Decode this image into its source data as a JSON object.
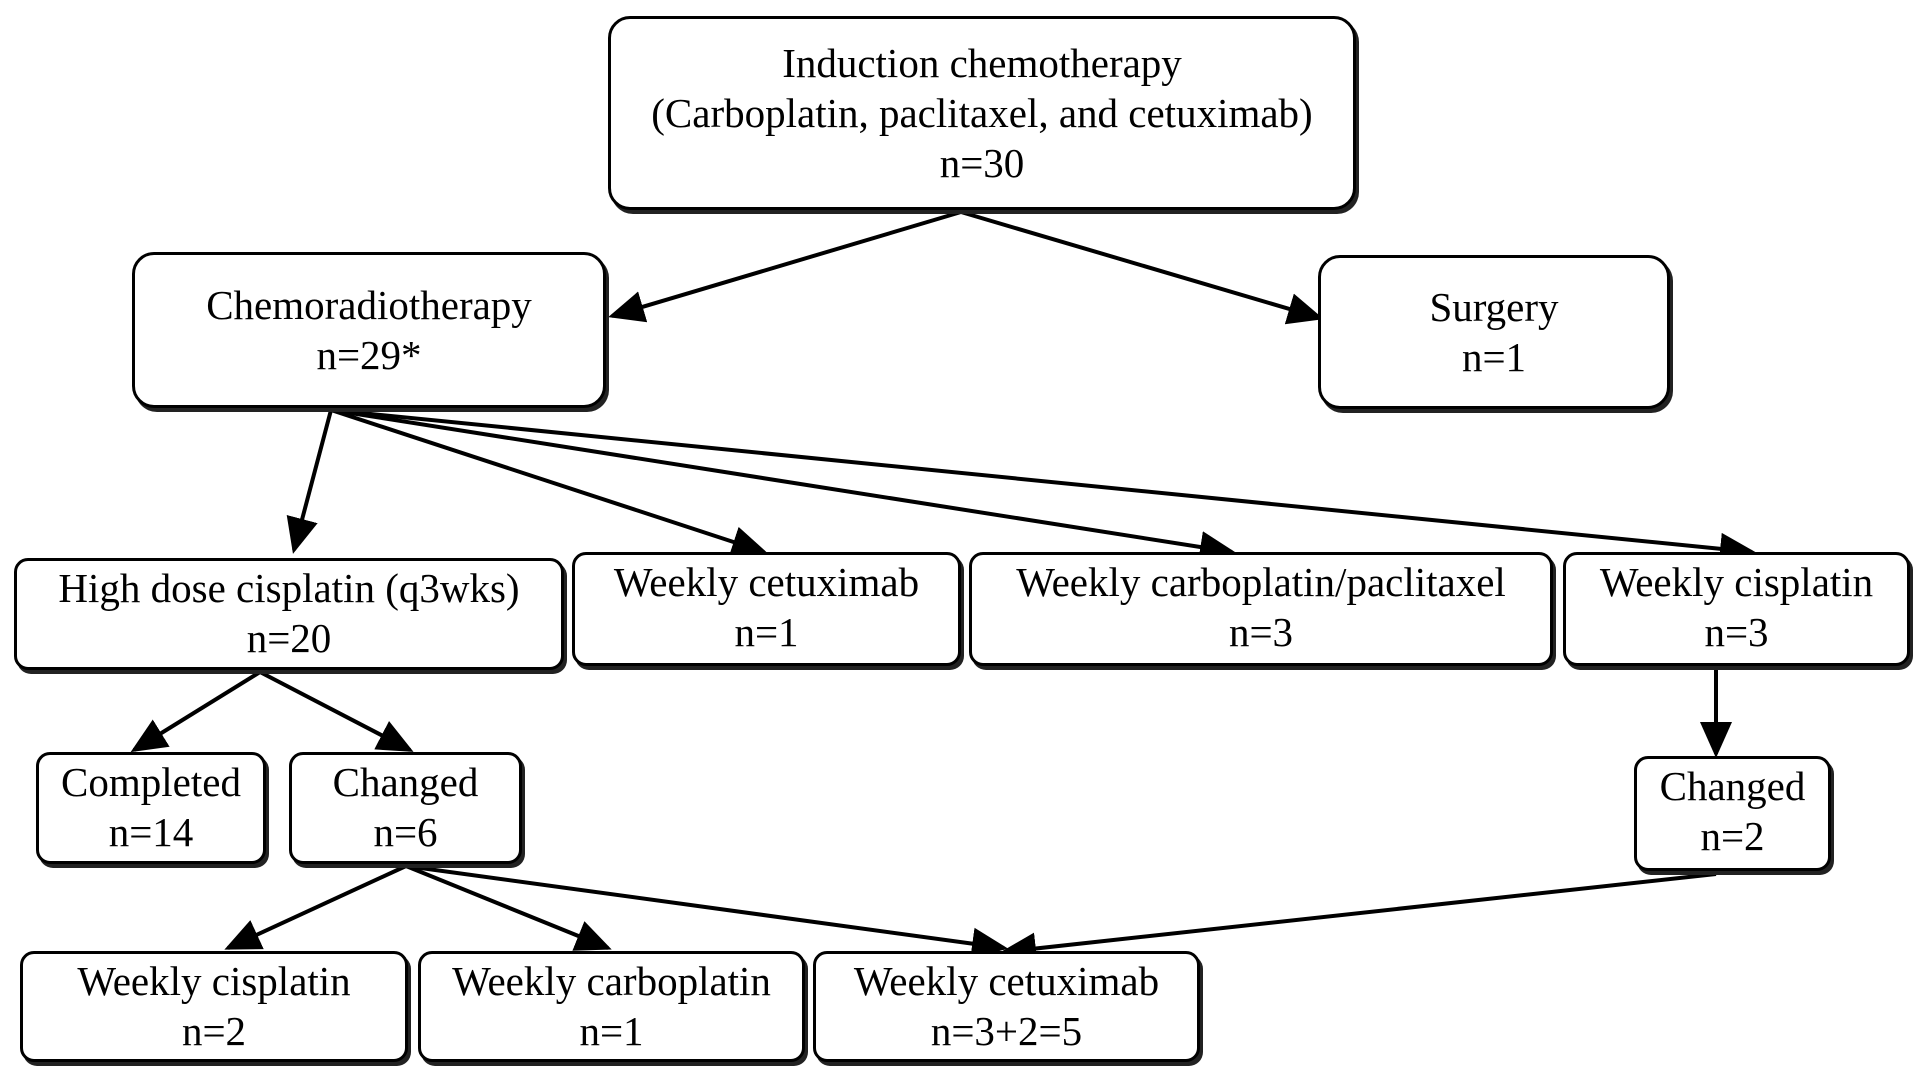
{
  "nodes": {
    "induction": {
      "line1": "Induction chemotherapy",
      "line2": "(Carboplatin, paclitaxel, and cetuximab)",
      "line3": "n=30"
    },
    "chemoradiotherapy": {
      "line1": "Chemoradiotherapy",
      "line2": "n=29*"
    },
    "surgery": {
      "line1": "Surgery",
      "line2": "n=1"
    },
    "high_dose_cisplatin": {
      "line1": "High dose cisplatin (q3wks)",
      "line2": "n=20"
    },
    "weekly_cetuximab_a": {
      "line1": "Weekly cetuximab",
      "line2": "n=1"
    },
    "weekly_carboplatin_paclitaxel": {
      "line1": "Weekly carboplatin/paclitaxel",
      "line2": "n=3"
    },
    "weekly_cisplatin_a": {
      "line1": "Weekly cisplatin",
      "line2": "n=3"
    },
    "completed": {
      "line1": "Completed",
      "line2": "n=14"
    },
    "changed_a": {
      "line1": "Changed",
      "line2": "n=6"
    },
    "changed_b": {
      "line1": "Changed",
      "line2": "n=2"
    },
    "weekly_cisplatin_b": {
      "line1": "Weekly cisplatin",
      "line2": "n=2"
    },
    "weekly_carboplatin": {
      "line1": "Weekly carboplatin",
      "line2": "n=1"
    },
    "weekly_cetuximab_b": {
      "line1": "Weekly cetuximab",
      "line2": "n=3+2=5"
    }
  },
  "edges": [
    {
      "from": "induction",
      "to": "chemoradiotherapy"
    },
    {
      "from": "induction",
      "to": "surgery"
    },
    {
      "from": "chemoradiotherapy",
      "to": "high_dose_cisplatin"
    },
    {
      "from": "chemoradiotherapy",
      "to": "weekly_cetuximab_a"
    },
    {
      "from": "chemoradiotherapy",
      "to": "weekly_carboplatin_paclitaxel"
    },
    {
      "from": "chemoradiotherapy",
      "to": "weekly_cisplatin_a"
    },
    {
      "from": "high_dose_cisplatin",
      "to": "completed"
    },
    {
      "from": "high_dose_cisplatin",
      "to": "changed_a"
    },
    {
      "from": "weekly_cisplatin_a",
      "to": "changed_b"
    },
    {
      "from": "changed_a",
      "to": "weekly_cisplatin_b"
    },
    {
      "from": "changed_a",
      "to": "weekly_carboplatin"
    },
    {
      "from": "changed_a",
      "to": "weekly_cetuximab_b"
    },
    {
      "from": "changed_b",
      "to": "weekly_cetuximab_b"
    }
  ],
  "colors": {
    "stroke": "#000000",
    "background": "#ffffff"
  }
}
